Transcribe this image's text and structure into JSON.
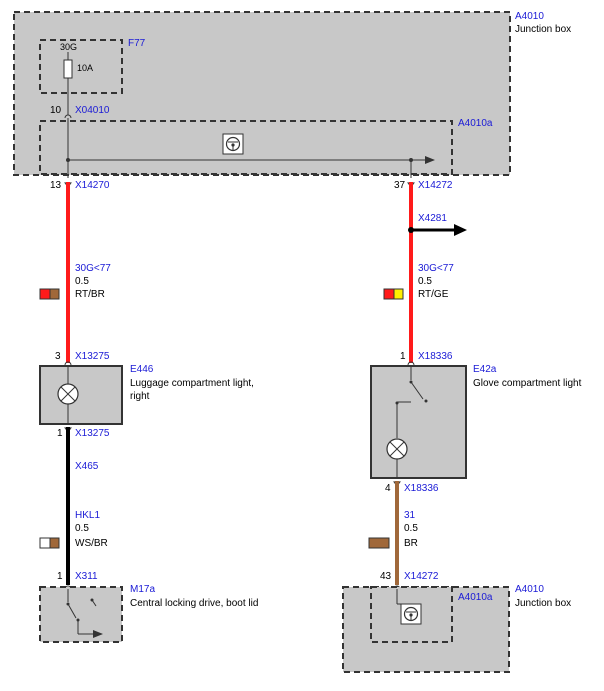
{
  "colors": {
    "box_fill": "#c8c8c8",
    "wire_red": "#ff1a1a",
    "wire_black": "#000000",
    "wire_brown": "#a0683a",
    "label_blue": "#1a1ad6",
    "swatch_yellow": "#ffee00",
    "swatch_white": "#ffffff"
  },
  "junction_box_top": {
    "id": "A4010",
    "name": "Junction box",
    "inner_id": "A4010a",
    "inner_icon": "steering-wheel-icon"
  },
  "fuse": {
    "id": "F77",
    "terminal": "30G",
    "rating": "10A"
  },
  "connector_x04010": {
    "pin": "10",
    "id": "X04010"
  },
  "left_wire_top": {
    "pin": "13",
    "connector": "X14270"
  },
  "right_wire_top": {
    "pin": "37",
    "connector": "X14272"
  },
  "branch": {
    "id": "X4281"
  },
  "left_wire_1": {
    "circuit": "30G<77",
    "size": "0.5",
    "color_code": "RT/BR"
  },
  "right_wire_1": {
    "circuit": "30G<77",
    "size": "0.5",
    "color_code": "RT/GE"
  },
  "e446": {
    "id": "E446",
    "name_line1": "Luggage compartment light,",
    "name_line2": "right",
    "pin_top": "3",
    "connector_top": "X13275",
    "pin_bottom": "1",
    "connector_bottom": "X13275"
  },
  "e42a": {
    "id": "E42a",
    "name": "Glove compartment light",
    "pin_top": "1",
    "connector_top": "X18336",
    "pin_bottom": "4",
    "connector_bottom": "X18336"
  },
  "x465": {
    "id": "X465"
  },
  "left_wire_2": {
    "circuit": "HKL1",
    "size": "0.5",
    "color_code": "WS/BR"
  },
  "right_wire_2": {
    "circuit": "31",
    "size": "0.5",
    "color_code": "BR"
  },
  "m17a": {
    "id": "M17a",
    "name": "Central locking drive, boot lid",
    "pin": "1",
    "connector": "X311"
  },
  "junction_box_bottom": {
    "id": "A4010",
    "name": "Junction box",
    "inner_id": "A4010a",
    "pin": "43",
    "connector": "X14272",
    "inner_icon": "steering-wheel-icon"
  }
}
